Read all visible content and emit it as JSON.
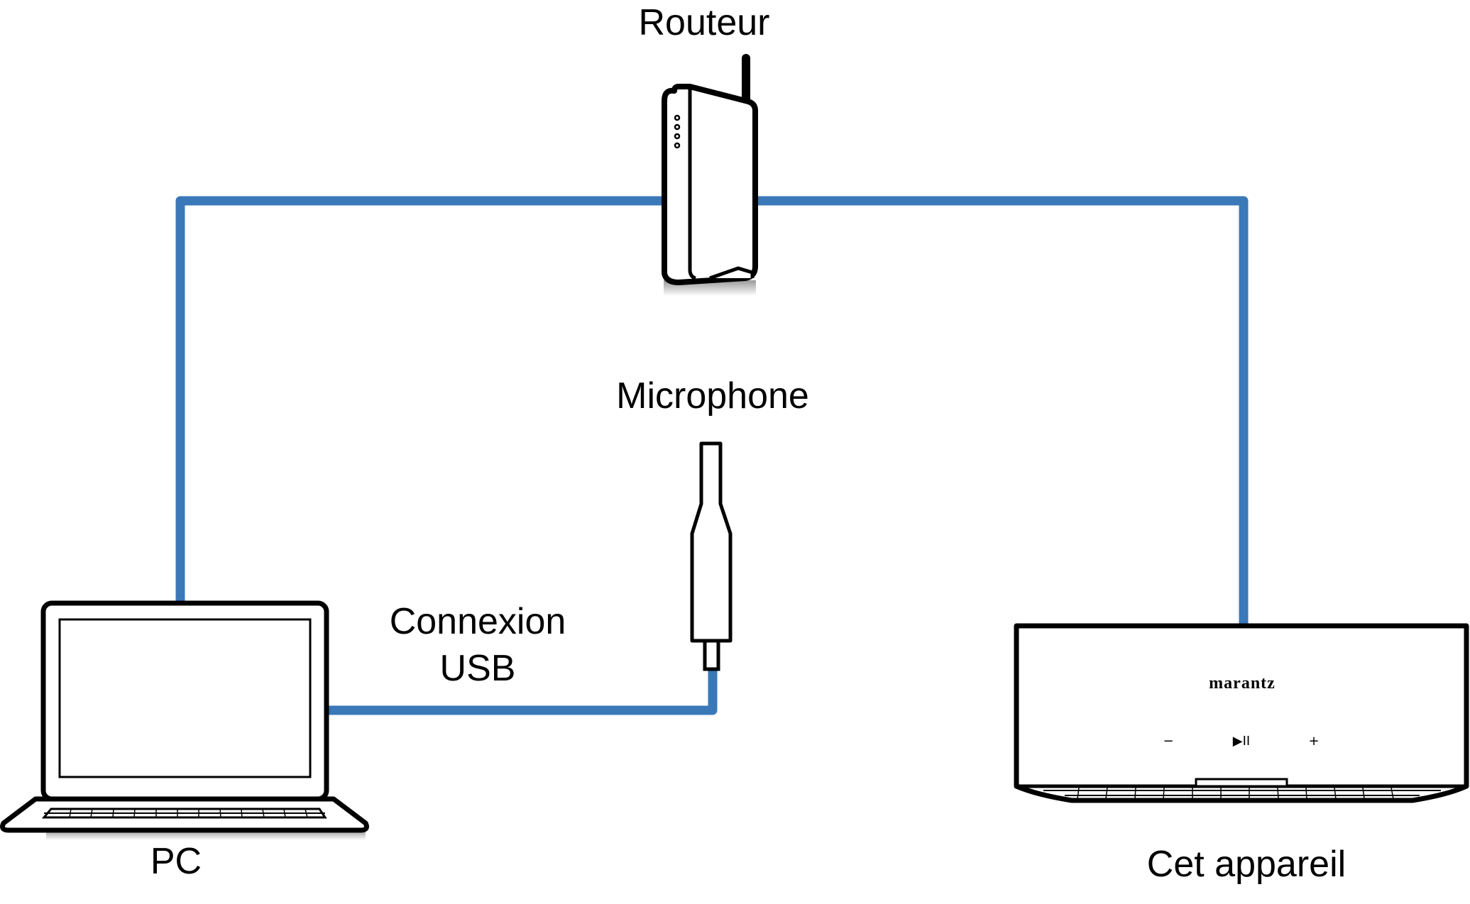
{
  "diagram": {
    "labels": {
      "router": "Routeur",
      "microphone": "Microphone",
      "usb_line1": "Connexion",
      "usb_line2": "USB",
      "pc": "PC",
      "device": "Cet appareil"
    },
    "device_panel": {
      "brand": "marantz",
      "volume_down": "−",
      "play_pause": "▶II",
      "volume_up": "+"
    },
    "colors": {
      "cable": "#3A78B8",
      "outline": "#000000",
      "background": "#FFFFFF"
    },
    "connections": [
      {
        "from": "router",
        "to": "pc",
        "type": "network"
      },
      {
        "from": "router",
        "to": "device",
        "type": "network"
      },
      {
        "from": "pc",
        "to": "microphone",
        "type": "usb"
      }
    ]
  }
}
